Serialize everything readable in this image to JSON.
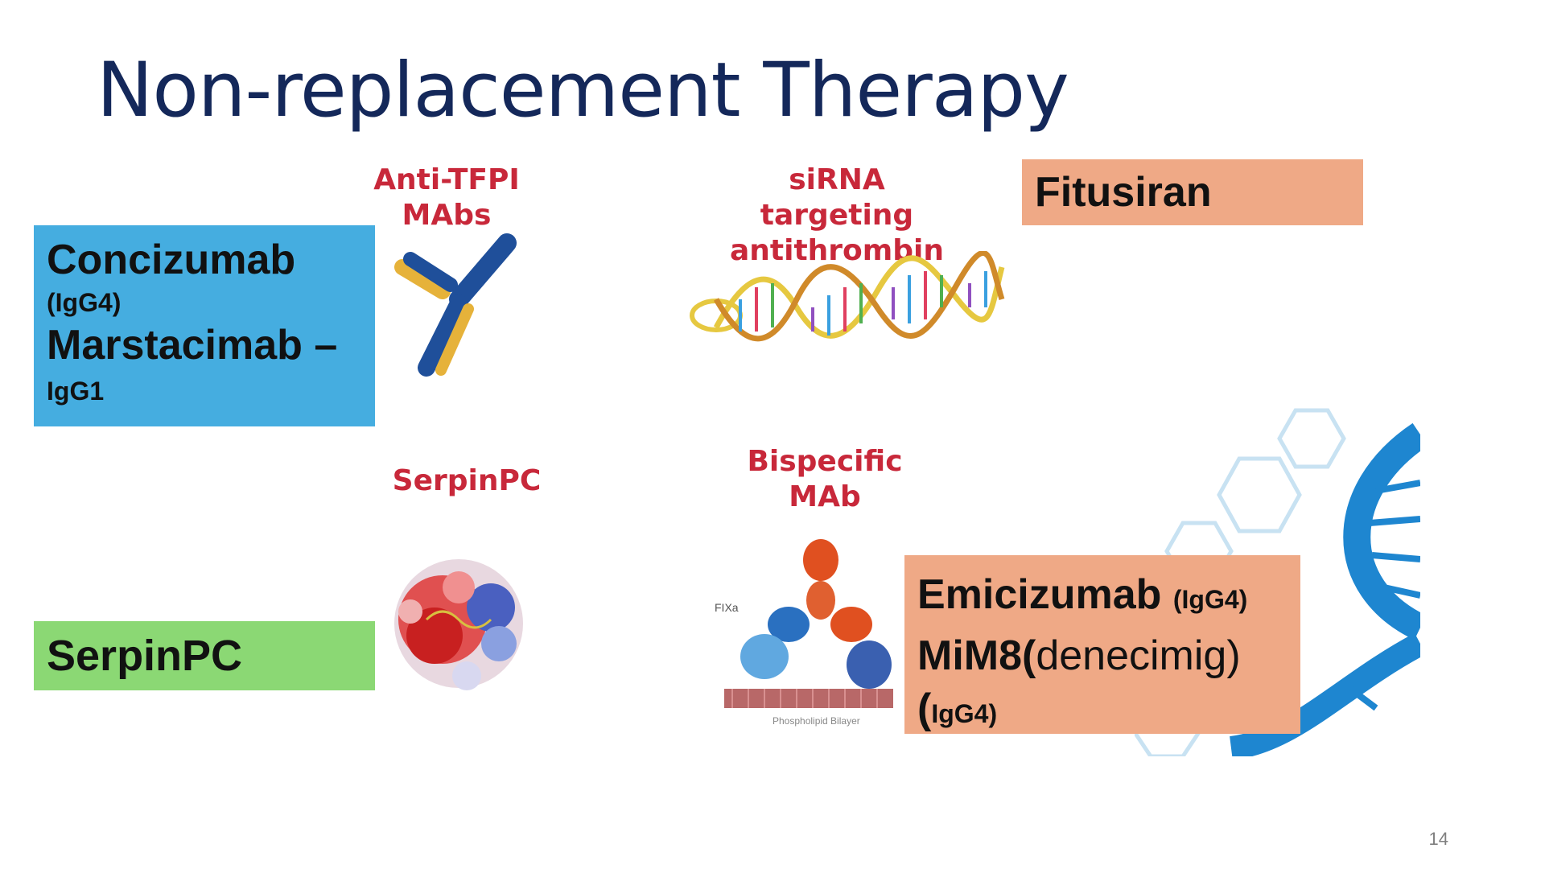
{
  "slide": {
    "title": "Non-replacement Therapy",
    "page_number": "14"
  },
  "labels": {
    "anti_tfpi_line1": "Anti-TFPI",
    "anti_tfpi_line2": "MAbs",
    "sirna_line1": "siRNA targeting",
    "sirna_line2": "antithrombin",
    "serpinpc": "SerpinPC",
    "bispecific_line1": "Bispecific",
    "bispecific_line2": "MAb",
    "fixa": "FIXa",
    "phospholipid": "Phospholipid Bilayer"
  },
  "boxes": {
    "concizumab": "Concizumab",
    "concizumab_sub": "(IgG4)",
    "marstacimab": "Marstacimab –",
    "marstacimab_sub": "IgG1",
    "serpinpc": "SerpinPC",
    "fitusiran": "Fitusiran",
    "emicizumab": "Emicizumab",
    "emicizumab_sub": "(IgG4)",
    "mim8": "MiM8(",
    "mim8_name": "denecimig)",
    "mim8_sub_open": "(",
    "mim8_sub": "IgG4)"
  },
  "colors": {
    "title": "#14285a",
    "label_red": "#c8283a",
    "box_blue": "#45ade0",
    "box_green": "#8bd874",
    "box_orange": "#efa986"
  },
  "icons": [
    "antibody-icon",
    "dna-helix-icon",
    "serpin-protein-icon",
    "bispecific-antibody-icon",
    "dna-hexagon-decoration"
  ]
}
